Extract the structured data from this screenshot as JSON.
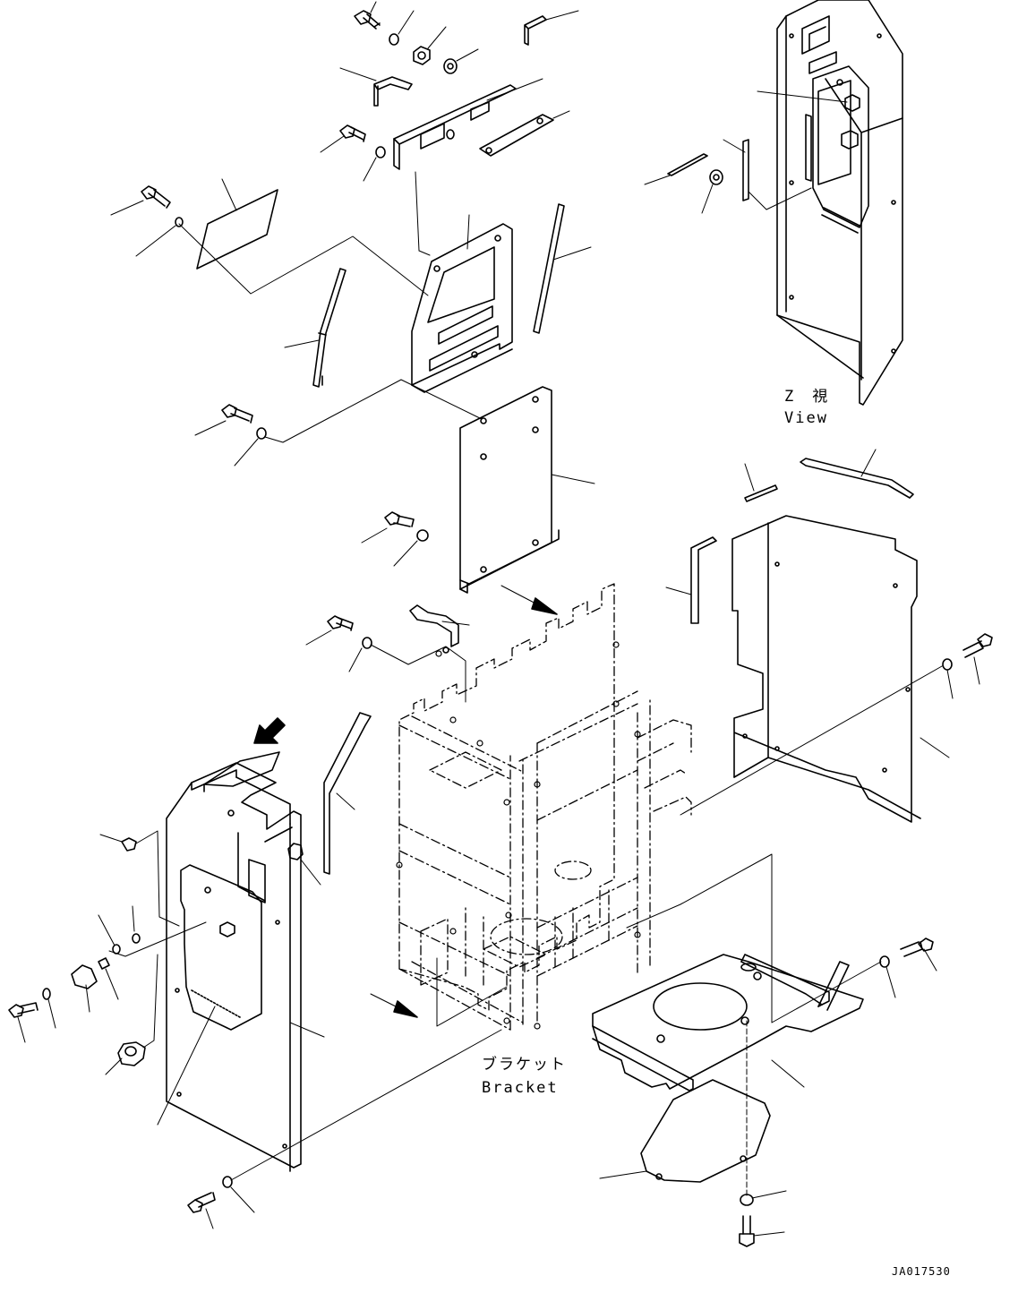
{
  "view_label": {
    "jp": "Z　視",
    "en": "View"
  },
  "bracket_label": {
    "jp": "ブラケット",
    "en": "Bracket"
  },
  "drawing_code": "JA017530"
}
